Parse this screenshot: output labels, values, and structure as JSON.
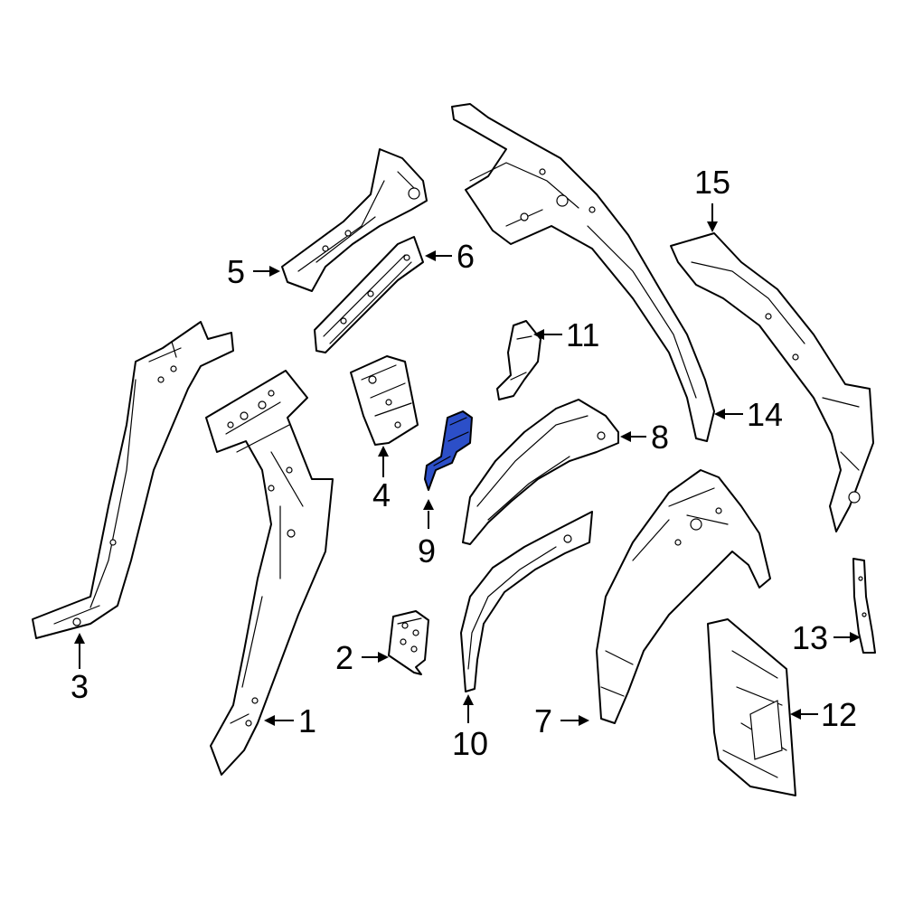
{
  "highlight_color": "#2c4fc8",
  "highlighted_part": "9",
  "callouts": {
    "c1": "1",
    "c2": "2",
    "c3": "3",
    "c4": "4",
    "c5": "5",
    "c6": "6",
    "c7": "7",
    "c8": "8",
    "c9": "9",
    "c10": "10",
    "c11": "11",
    "c12": "12",
    "c13": "13",
    "c14": "14",
    "c15": "15"
  }
}
